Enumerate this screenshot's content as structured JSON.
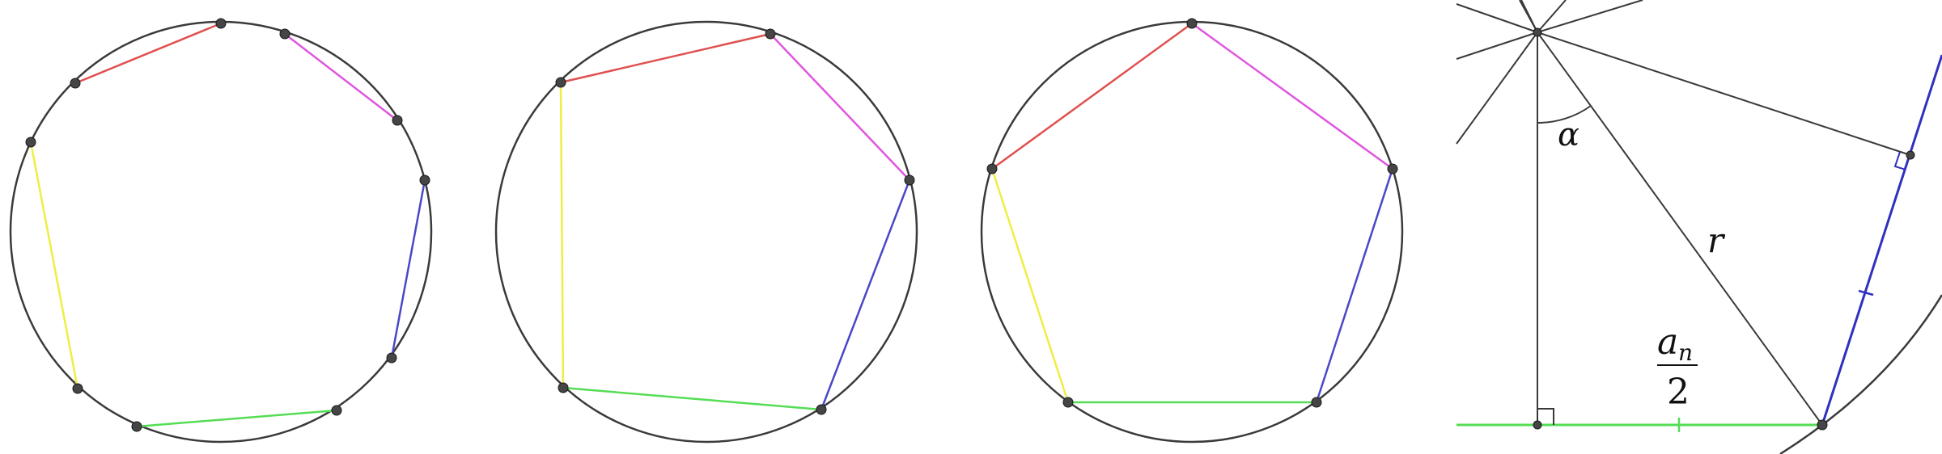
{
  "colors": {
    "circle": "#3a3a3a",
    "point": "#454545",
    "red": "#e05050",
    "magenta": "#e055e0",
    "blue": "#4848c8",
    "yellow": "#eeee44",
    "green": "#55dd55",
    "construction": "#3a3a3a"
  },
  "labels": {
    "alpha": "α",
    "r": "r",
    "fraction_numerator_base": "a",
    "fraction_numerator_subscript": "n",
    "fraction_denominator": "2"
  }
}
